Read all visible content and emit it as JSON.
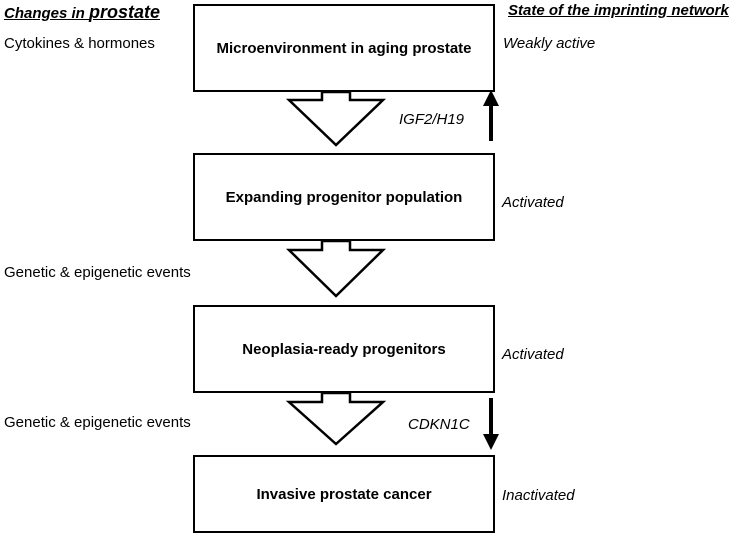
{
  "headers": {
    "left_prefix": "Changes in ",
    "left_emph": "prostate",
    "right": "State of the imprinting network"
  },
  "stages": [
    {
      "label": "Microenvironment in aging prostate",
      "state": "Weakly active"
    },
    {
      "label": "Expanding progenitor population",
      "state": "Activated"
    },
    {
      "label": "Neoplasia-ready progenitors",
      "state": "Activated"
    },
    {
      "label": "Invasive  prostate cancer",
      "state": "Inactivated"
    }
  ],
  "left_notes": [
    "Cytokines & hormones",
    "Genetic & epigenetic events",
    "Genetic & epigenetic events"
  ],
  "genes": [
    {
      "name": "IGF2/H19",
      "direction": "up"
    },
    {
      "name": "CDKN1C",
      "direction": "down"
    }
  ]
}
